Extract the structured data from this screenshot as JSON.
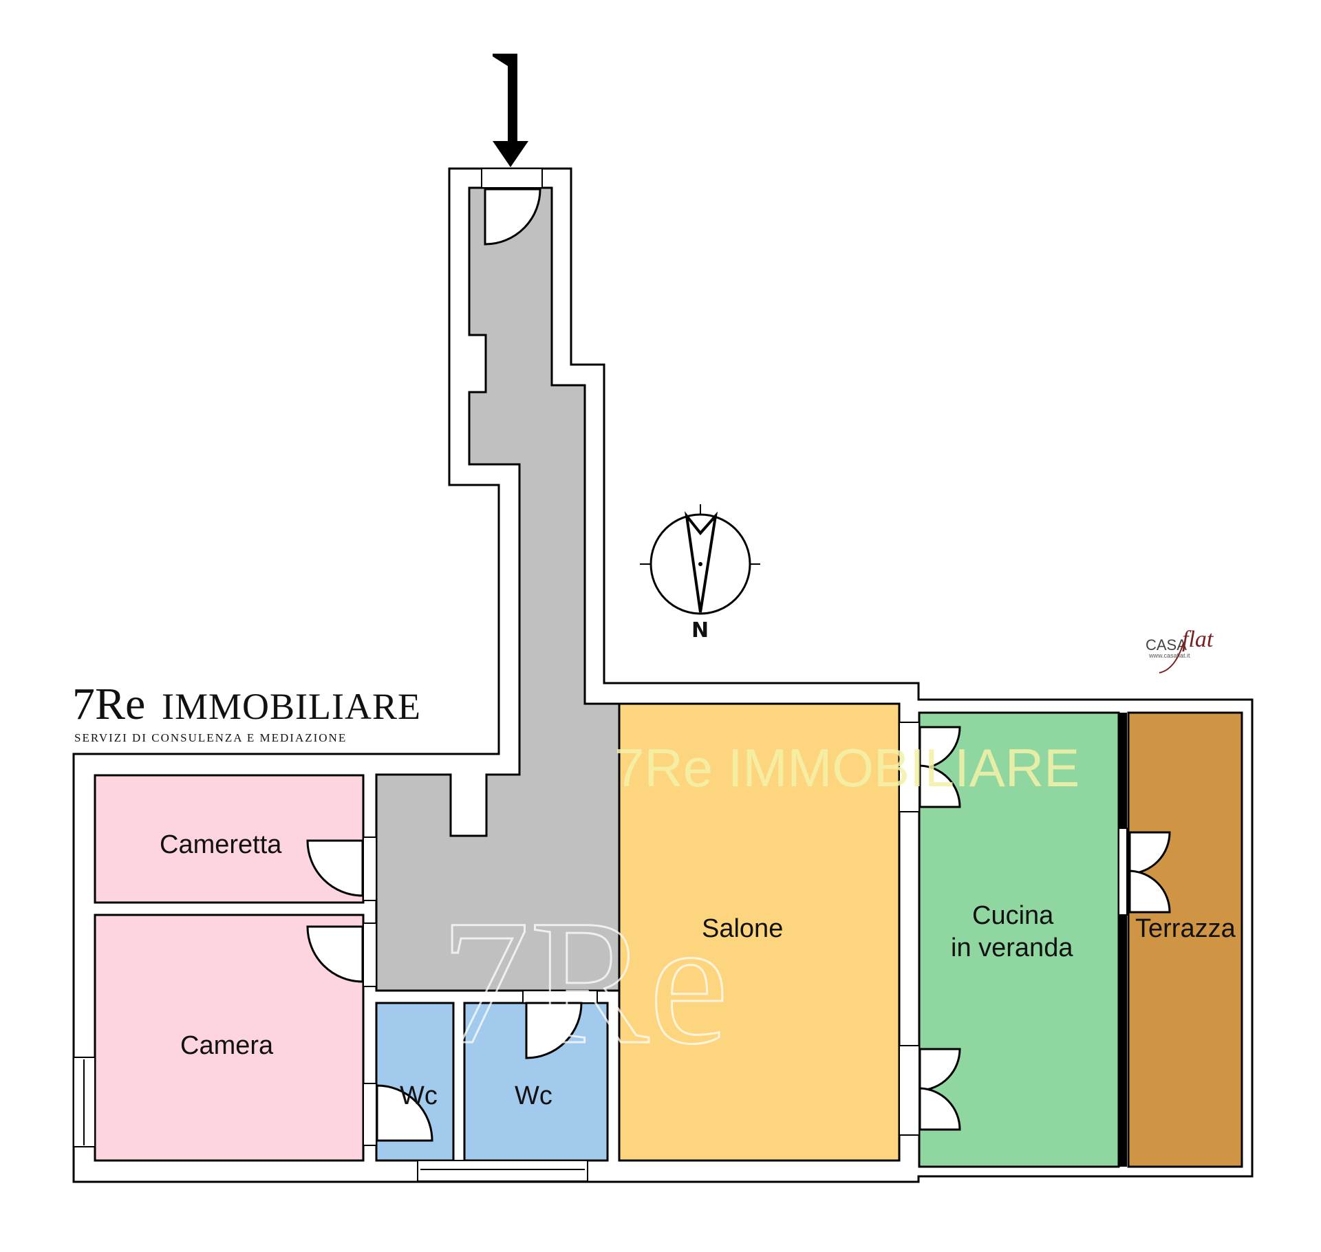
{
  "rooms": {
    "cameretta": "Cameretta",
    "camera": "Camera",
    "wc_small": "Wc",
    "wc_large": "Wc",
    "salone": "Salone",
    "cucina_line1": "Cucina",
    "cucina_line2": "in veranda",
    "terrazza": "Terrazza"
  },
  "logo": {
    "mark": "7Re",
    "name": "IMMOBILIARE",
    "tagline": "SERVIZI DI CONSULENZA E MEDIAZIONE"
  },
  "watermark": {
    "text": "7Re IMMOBILIARE",
    "mark": "7Re"
  },
  "casaflat": {
    "casa": "CASA",
    "flat": "flat",
    "url": "www.casaflat.it"
  },
  "compass": {
    "north": "N"
  },
  "colors": {
    "corridor": "#c0c0c0",
    "bedrooms": "#fcd5de",
    "bathrooms": "#a2caed",
    "salone": "#fdd57e",
    "cucina": "#8fd6a0",
    "terrazza": "#cf9545",
    "walls": "#000000"
  }
}
